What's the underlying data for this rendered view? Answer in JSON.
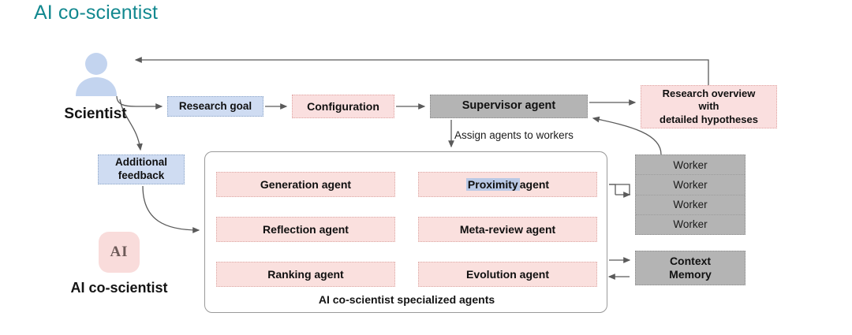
{
  "page": {
    "title": "AI co-scientist",
    "title_color": "#12888f",
    "background": "#ffffff"
  },
  "actors": {
    "scientist": {
      "label": "Scientist",
      "icon": "person-icon",
      "icon_color": "#c3d4ef"
    },
    "ai_co_scientist": {
      "logo_text": "AI",
      "label": "AI co-scientist",
      "logo_background": "#f9dcdb"
    }
  },
  "flow": {
    "research_goal": "Research goal",
    "additional_feedback": "Additional\nfeedback",
    "additional_feedback_line1": "Additional",
    "additional_feedback_line2": "feedback",
    "configuration": "Configuration",
    "supervisor_agent": "Supervisor agent",
    "assign_label": "Assign agents to workers",
    "research_overview_line1": "Research overview",
    "research_overview_line2": "with",
    "research_overview_line3": "detailed hypotheses"
  },
  "workers": {
    "rows": [
      {
        "label": "Worker"
      },
      {
        "label": "Worker"
      },
      {
        "label": "Worker"
      },
      {
        "label": "Worker"
      }
    ]
  },
  "context_memory": {
    "line1": "Context",
    "line2": "Memory"
  },
  "agents_panel": {
    "caption": "AI co-scientist specialized agents",
    "rows": [
      {
        "left": {
          "label": "Generation agent",
          "highlight": ""
        },
        "right": {
          "label_highlight": "Proximity",
          "label_rest": " agent"
        }
      },
      {
        "left": {
          "label": "Reflection agent"
        },
        "right": {
          "label": "Meta-review agent"
        }
      },
      {
        "left": {
          "label": "Ranking agent"
        },
        "right": {
          "label": "Evolution agent"
        }
      }
    ]
  },
  "colors": {
    "blue_box": "#cfdcf2",
    "pink_box": "#fadfdf",
    "gray_box": "#b4b4b4",
    "agent_box": "#fae0de",
    "agent_arrow": "#c0392b",
    "flow_arrow": "#5a5a5a",
    "highlight": "#b9c9e6"
  }
}
